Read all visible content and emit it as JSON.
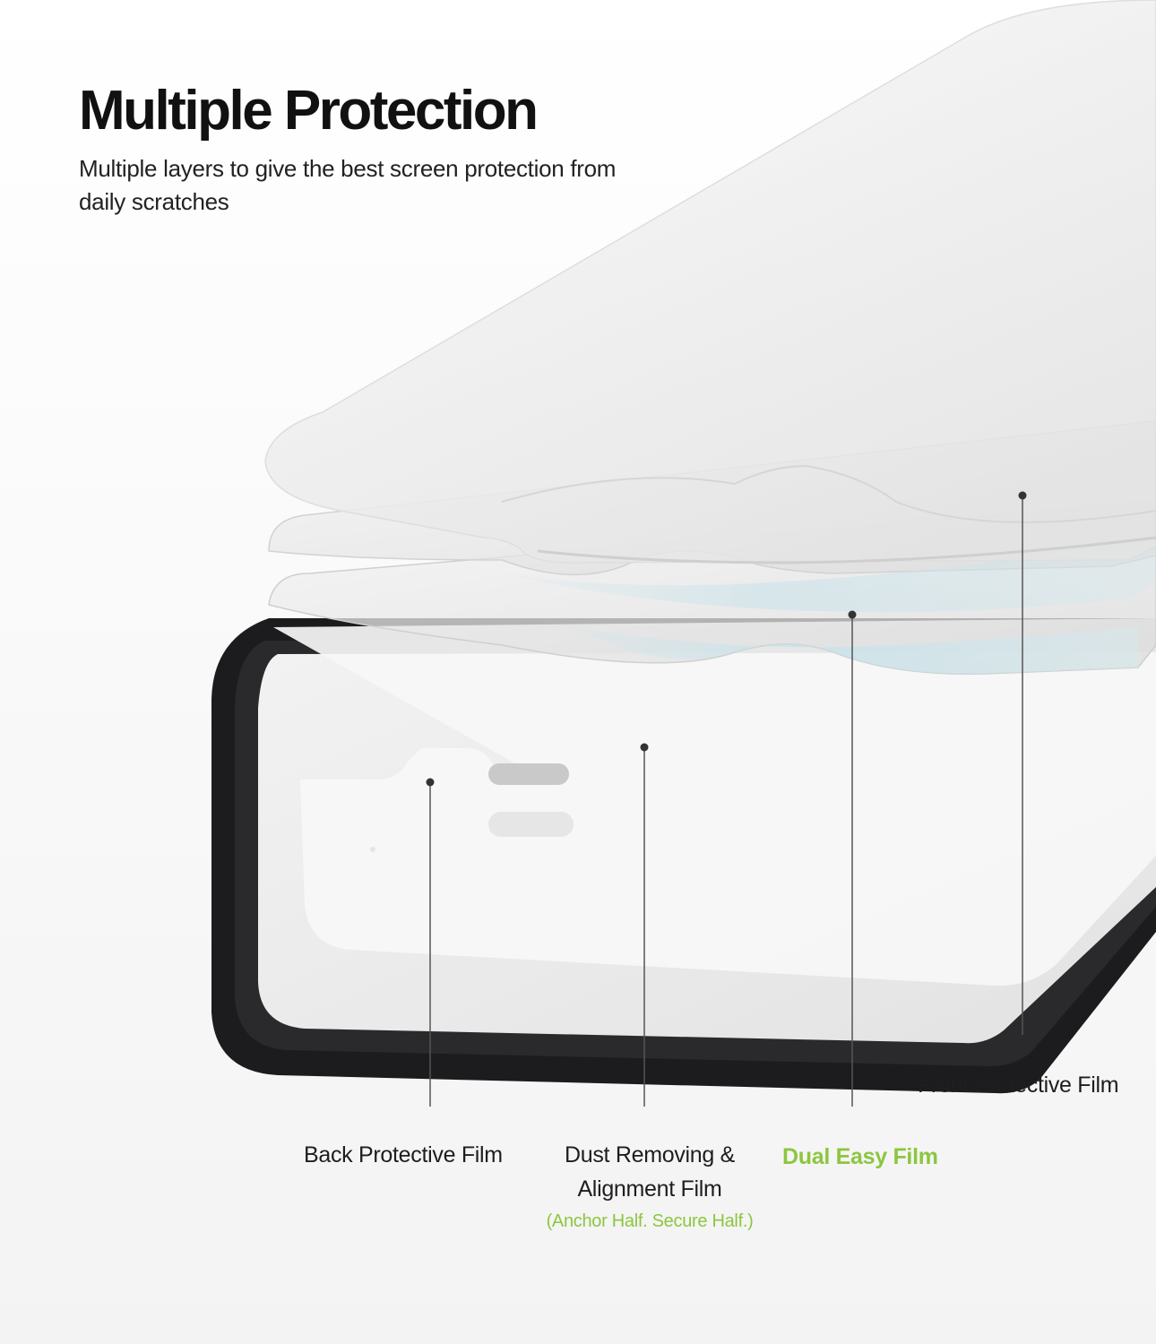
{
  "heading": {
    "title": "Multiple Protection",
    "subtitle": "Multiple layers to give the best screen protection from daily scratches"
  },
  "callouts": {
    "front": {
      "label": "Front Protective Film"
    },
    "back": {
      "label": "Back Protective Film"
    },
    "dust": {
      "label_line1": "Dust Removing &",
      "label_line2": "Alignment Film",
      "note": "(Anchor Half. Secure Half.)"
    },
    "dual": {
      "label": "Dual Easy Film"
    }
  },
  "colors": {
    "accent_green": "#8cc63f",
    "phone_frame": "#1c1c1e",
    "text_dark": "#1a1a1a"
  },
  "icons": [
    "phone-illustration",
    "callout-dot"
  ]
}
